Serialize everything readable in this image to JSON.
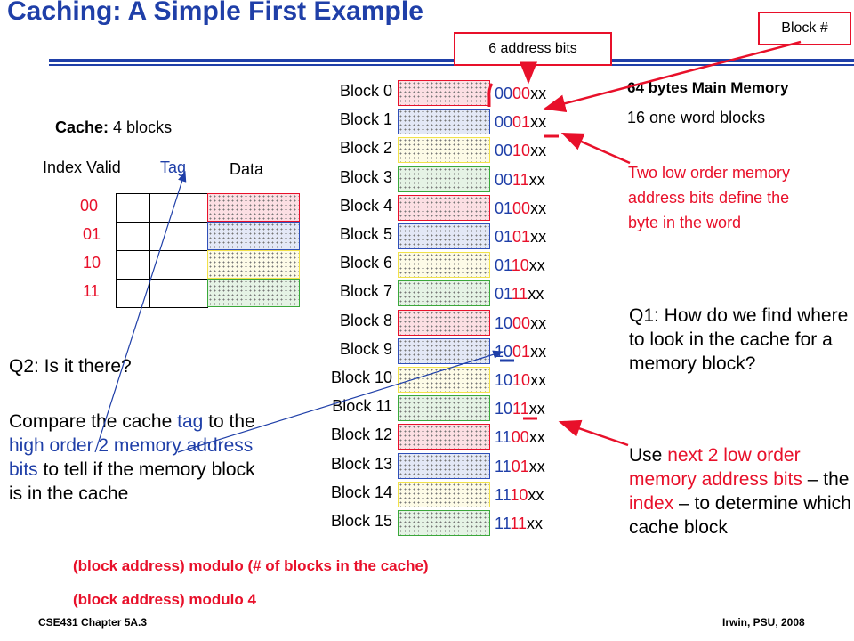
{
  "title": "Caching:  A Simple First Example",
  "block_num_label": "Block #",
  "address_bits_label": "6 address bits",
  "main_memory": {
    "heading": "64 bytes Main Memory",
    "subheading": "16 one word blocks"
  },
  "low_order_note": [
    "Two low order memory",
    "address bits define the",
    "byte in the word"
  ],
  "cache": {
    "label_bold": "Cache:",
    "label_rest": " 4 blocks",
    "col_index_valid": "Index Valid",
    "col_tag": "Tag",
    "col_data": "Data",
    "indices": [
      "00",
      "01",
      "10",
      "11"
    ],
    "colors": [
      "#e8102a",
      "#2f4fb8",
      "#f2e24a",
      "#3aa83a"
    ]
  },
  "memory_blocks": [
    {
      "label": "Block   0",
      "tag": "00",
      "index": "00",
      "suffix": "xx"
    },
    {
      "label": "Block   1",
      "tag": "00",
      "index": "01",
      "suffix": "xx"
    },
    {
      "label": "Block   2",
      "tag": "00",
      "index": "10",
      "suffix": "xx"
    },
    {
      "label": "Block   3",
      "tag": "00",
      "index": "11",
      "suffix": "xx"
    },
    {
      "label": "Block   4",
      "tag": "01",
      "index": "00",
      "suffix": "xx"
    },
    {
      "label": "Block   5",
      "tag": "01",
      "index": "01",
      "suffix": "xx"
    },
    {
      "label": "Block   6",
      "tag": "01",
      "index": "10",
      "suffix": "xx"
    },
    {
      "label": "Block   7",
      "tag": "01",
      "index": "11",
      "suffix": "xx"
    },
    {
      "label": "Block   8",
      "tag": "10",
      "index": "00",
      "suffix": "xx"
    },
    {
      "label": "Block   9",
      "tag": "10",
      "index": "01",
      "suffix": "xx"
    },
    {
      "label": "Block 10",
      "tag": "10",
      "index": "10",
      "suffix": "xx"
    },
    {
      "label": "Block 11",
      "tag": "10",
      "index": "11",
      "suffix": "xx"
    },
    {
      "label": "Block 12",
      "tag": "11",
      "index": "00",
      "suffix": "xx"
    },
    {
      "label": "Block 13",
      "tag": "11",
      "index": "01",
      "suffix": "xx"
    },
    {
      "label": "Block 14",
      "tag": "11",
      "index": "10",
      "suffix": "xx"
    },
    {
      "label": "Block 15",
      "tag": "11",
      "index": "11",
      "suffix": "xx"
    }
  ],
  "q1": {
    "question": "Q1: How do we find where to look in the cache for a memory block?",
    "answer_pre": "Use ",
    "answer_red1": "next 2 low order memory address bits",
    "answer_mid": " – the ",
    "answer_red2": "index",
    "answer_post": " – to determine which cache block"
  },
  "q2": {
    "question": "Q2: Is it there?",
    "answer_pre": "Compare the cache ",
    "answer_blue1": "tag",
    "answer_mid": " to the ",
    "answer_blue2": "high order 2 memory address bits",
    "answer_post": " to tell if the memory block is in the cache"
  },
  "formula1": "(block address) modulo (# of blocks in the cache)",
  "formula2": "(block address) modulo 4",
  "footer_left": "CSE431  Chapter 5A.3",
  "footer_right": "Irwin, PSU, 2008"
}
